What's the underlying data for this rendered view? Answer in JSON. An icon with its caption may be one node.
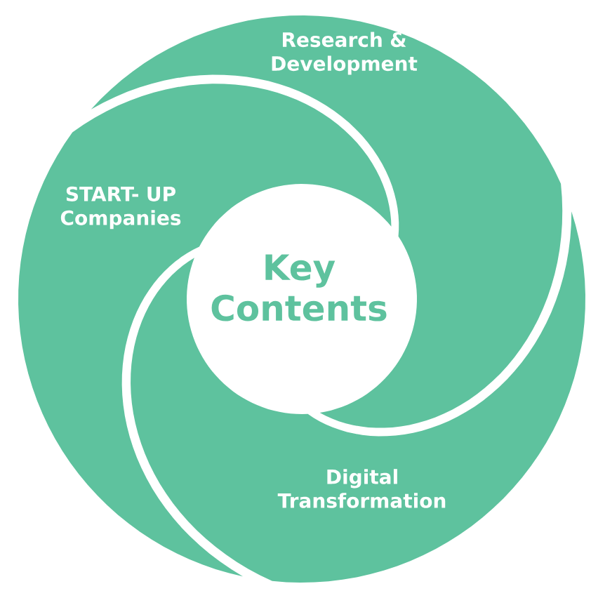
{
  "diagram": {
    "nodes": [
      {
        "text": [
          "Research & Development"
        ]
      },
      {
        "text": [
          "START- UP Companies"
        ]
      },
      {
        "text": [
          "Digital Transformation"
        ]
      },
      {
        "text": [
          "Key Contents"
        ]
      }
    ]
  }
}
